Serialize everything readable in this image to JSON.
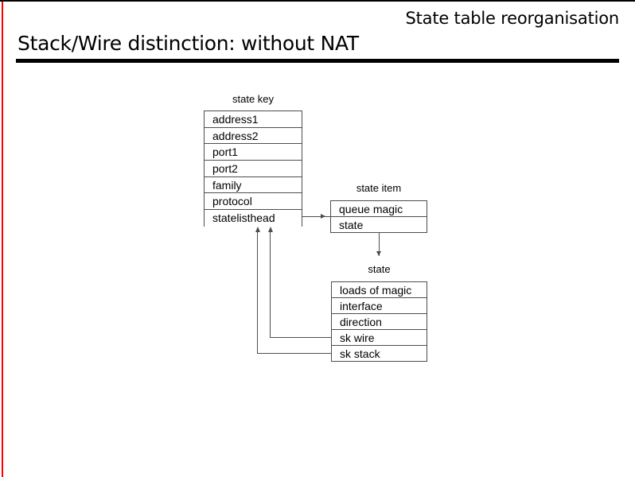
{
  "header": {
    "subtitle": "State table reorganisation",
    "title": "Stack/Wire distinction: without NAT"
  },
  "accents": {
    "left_rule_color": "#ff0000",
    "title_rule_color": "#000000",
    "diagram_line_color": "#4d4d4d",
    "background": "#ffffff"
  },
  "diagram": {
    "tables": [
      {
        "id": "state-key",
        "caption": "state key",
        "rows": [
          "address1",
          "address2",
          "port1",
          "port2",
          "family",
          "protocol",
          "statelisthead"
        ]
      },
      {
        "id": "state-item",
        "caption": "state item",
        "rows": [
          "queue magic",
          "state"
        ]
      },
      {
        "id": "state",
        "caption": "state",
        "rows": [
          "loads of magic",
          "interface",
          "direction",
          "sk wire",
          "sk stack"
        ]
      }
    ],
    "connectors": [
      {
        "id": "statelisthead-to-state-item",
        "from": "state-key.statelisthead",
        "to": "state-item",
        "arrow": "right"
      },
      {
        "id": "state-item-to-state",
        "from": "state-item.state",
        "to": "state",
        "arrow": "down"
      },
      {
        "id": "sk-wire-to-state-key",
        "from": "state.sk wire",
        "to": "state-key",
        "arrow": "up"
      },
      {
        "id": "sk-stack-to-state-key",
        "from": "state.sk stack",
        "to": "state-key",
        "arrow": "up"
      }
    ]
  }
}
